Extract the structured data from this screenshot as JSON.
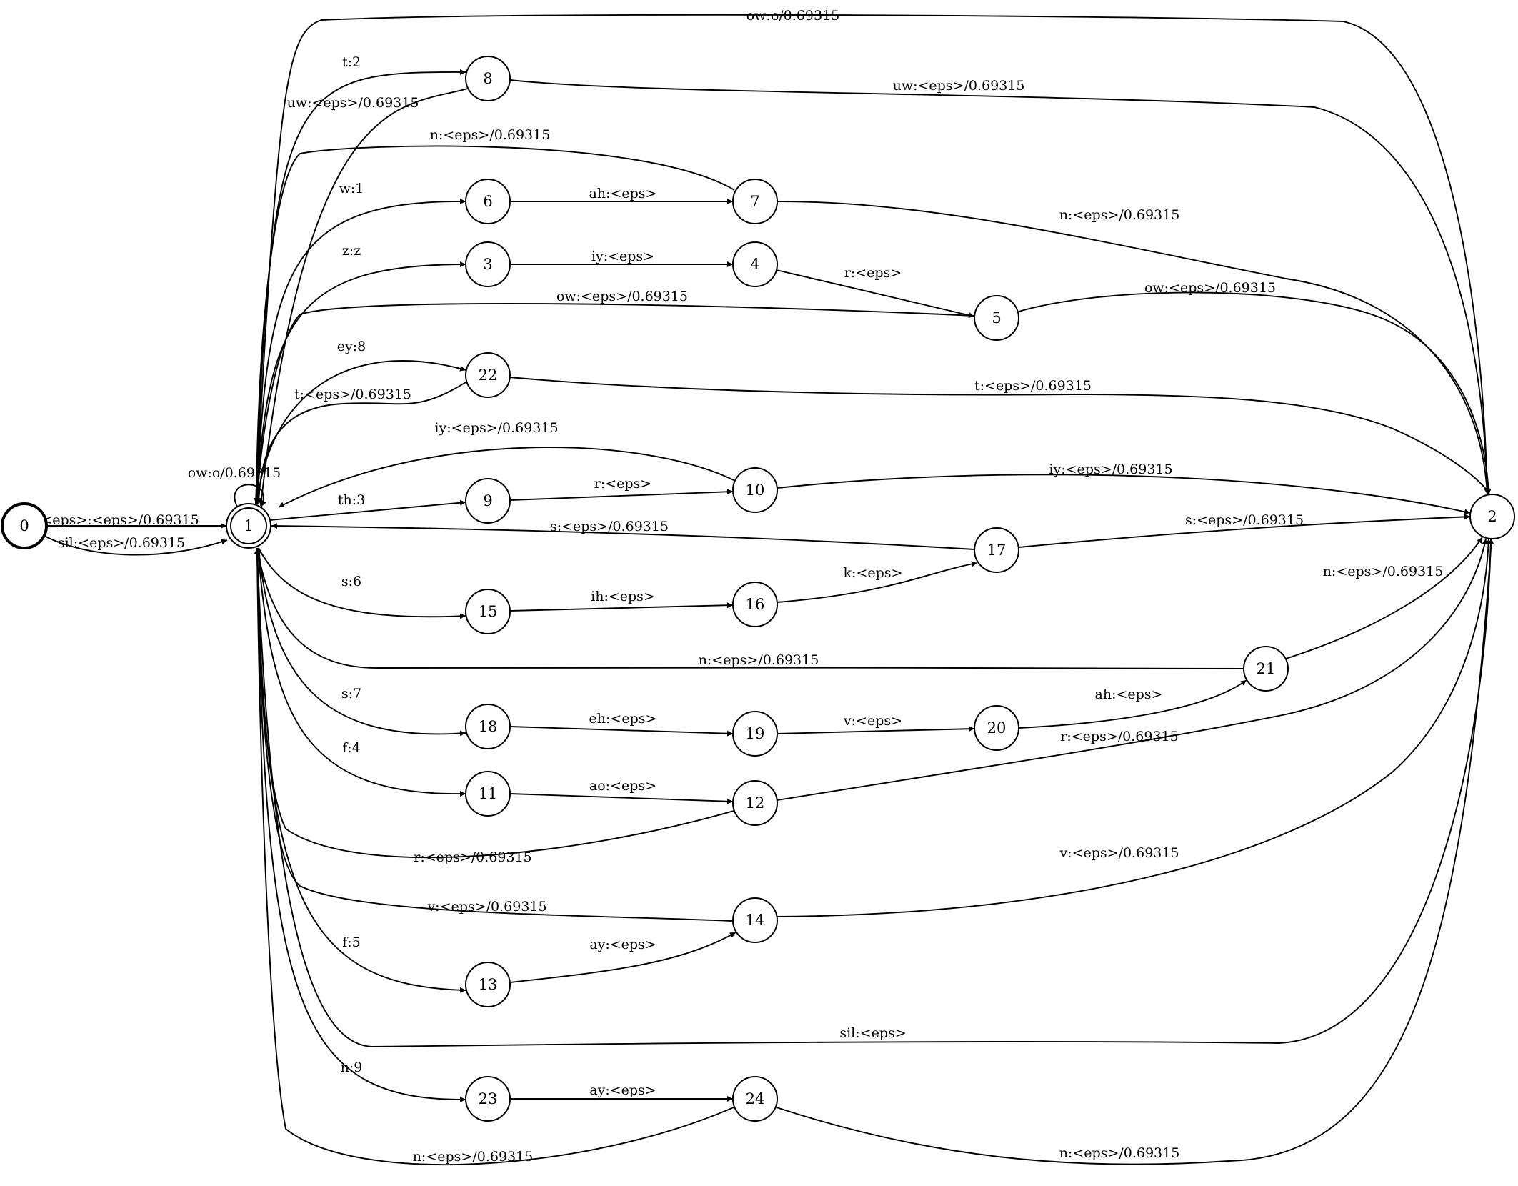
{
  "graph": {
    "start_state": "0",
    "final_states": [
      "1"
    ],
    "states": [
      "0",
      "1",
      "2",
      "3",
      "4",
      "5",
      "6",
      "7",
      "8",
      "9",
      "10",
      "11",
      "12",
      "13",
      "14",
      "15",
      "16",
      "17",
      "18",
      "19",
      "20",
      "21",
      "22",
      "23",
      "24"
    ],
    "arcs": [
      {
        "from": "0",
        "to": "1",
        "label": "<eps>:<eps>/0.69315"
      },
      {
        "from": "0",
        "to": "1",
        "label": "sil:<eps>/0.69315"
      },
      {
        "from": "1",
        "to": "1",
        "label": "ow:o/0.69315"
      },
      {
        "from": "1",
        "to": "2",
        "label": "ow:o/0.69315"
      },
      {
        "from": "1",
        "to": "8",
        "label": "t:2"
      },
      {
        "from": "8",
        "to": "1",
        "label": "uw:<eps>/0.69315"
      },
      {
        "from": "8",
        "to": "2",
        "label": "uw:<eps>/0.69315"
      },
      {
        "from": "7",
        "to": "1",
        "label": "n:<eps>/0.69315"
      },
      {
        "from": "1",
        "to": "6",
        "label": "w:1"
      },
      {
        "from": "6",
        "to": "7",
        "label": "ah:<eps>"
      },
      {
        "from": "7",
        "to": "2",
        "label": "n:<eps>/0.69315"
      },
      {
        "from": "1",
        "to": "3",
        "label": "z:z"
      },
      {
        "from": "3",
        "to": "4",
        "label": "iy:<eps>"
      },
      {
        "from": "4",
        "to": "5",
        "label": "r:<eps>"
      },
      {
        "from": "5",
        "to": "1",
        "label": "ow:<eps>/0.69315"
      },
      {
        "from": "5",
        "to": "2",
        "label": "ow:<eps>/0.69315"
      },
      {
        "from": "1",
        "to": "22",
        "label": "ey:8"
      },
      {
        "from": "22",
        "to": "1",
        "label": "t:<eps>/0.69315"
      },
      {
        "from": "22",
        "to": "2",
        "label": "t:<eps>/0.69315"
      },
      {
        "from": "10",
        "to": "1",
        "label": "iy:<eps>/0.69315"
      },
      {
        "from": "1",
        "to": "9",
        "label": "th:3"
      },
      {
        "from": "9",
        "to": "10",
        "label": "r:<eps>"
      },
      {
        "from": "10",
        "to": "2",
        "label": "iy:<eps>/0.69315"
      },
      {
        "from": "17",
        "to": "1",
        "label": "s:<eps>/0.69315"
      },
      {
        "from": "17",
        "to": "2",
        "label": "s:<eps>/0.69315"
      },
      {
        "from": "1",
        "to": "15",
        "label": "s:6"
      },
      {
        "from": "15",
        "to": "16",
        "label": "ih:<eps>"
      },
      {
        "from": "16",
        "to": "17",
        "label": "k:<eps>"
      },
      {
        "from": "21",
        "to": "2",
        "label": "n:<eps>/0.69315"
      },
      {
        "from": "21",
        "to": "1",
        "label": "n:<eps>/0.69315"
      },
      {
        "from": "1",
        "to": "18",
        "label": "s:7"
      },
      {
        "from": "18",
        "to": "19",
        "label": "eh:<eps>"
      },
      {
        "from": "19",
        "to": "20",
        "label": "v:<eps>"
      },
      {
        "from": "20",
        "to": "21",
        "label": "ah:<eps>"
      },
      {
        "from": "12",
        "to": "2",
        "label": "r:<eps>/0.69315"
      },
      {
        "from": "1",
        "to": "11",
        "label": "f:4"
      },
      {
        "from": "11",
        "to": "12",
        "label": "ao:<eps>"
      },
      {
        "from": "12",
        "to": "1",
        "label": "r:<eps>/0.69315"
      },
      {
        "from": "14",
        "to": "2",
        "label": "v:<eps>/0.69315"
      },
      {
        "from": "14",
        "to": "1",
        "label": "v:<eps>/0.69315"
      },
      {
        "from": "1",
        "to": "13",
        "label": "f:5"
      },
      {
        "from": "13",
        "to": "14",
        "label": "ay:<eps>"
      },
      {
        "from": "1",
        "to": "2",
        "label": "sil:<eps>"
      },
      {
        "from": "1",
        "to": "23",
        "label": "n:9"
      },
      {
        "from": "23",
        "to": "24",
        "label": "ay:<eps>"
      },
      {
        "from": "24",
        "to": "1",
        "label": "n:<eps>/0.69315"
      },
      {
        "from": "24",
        "to": "2",
        "label": "n:<eps>/0.69315"
      }
    ]
  }
}
